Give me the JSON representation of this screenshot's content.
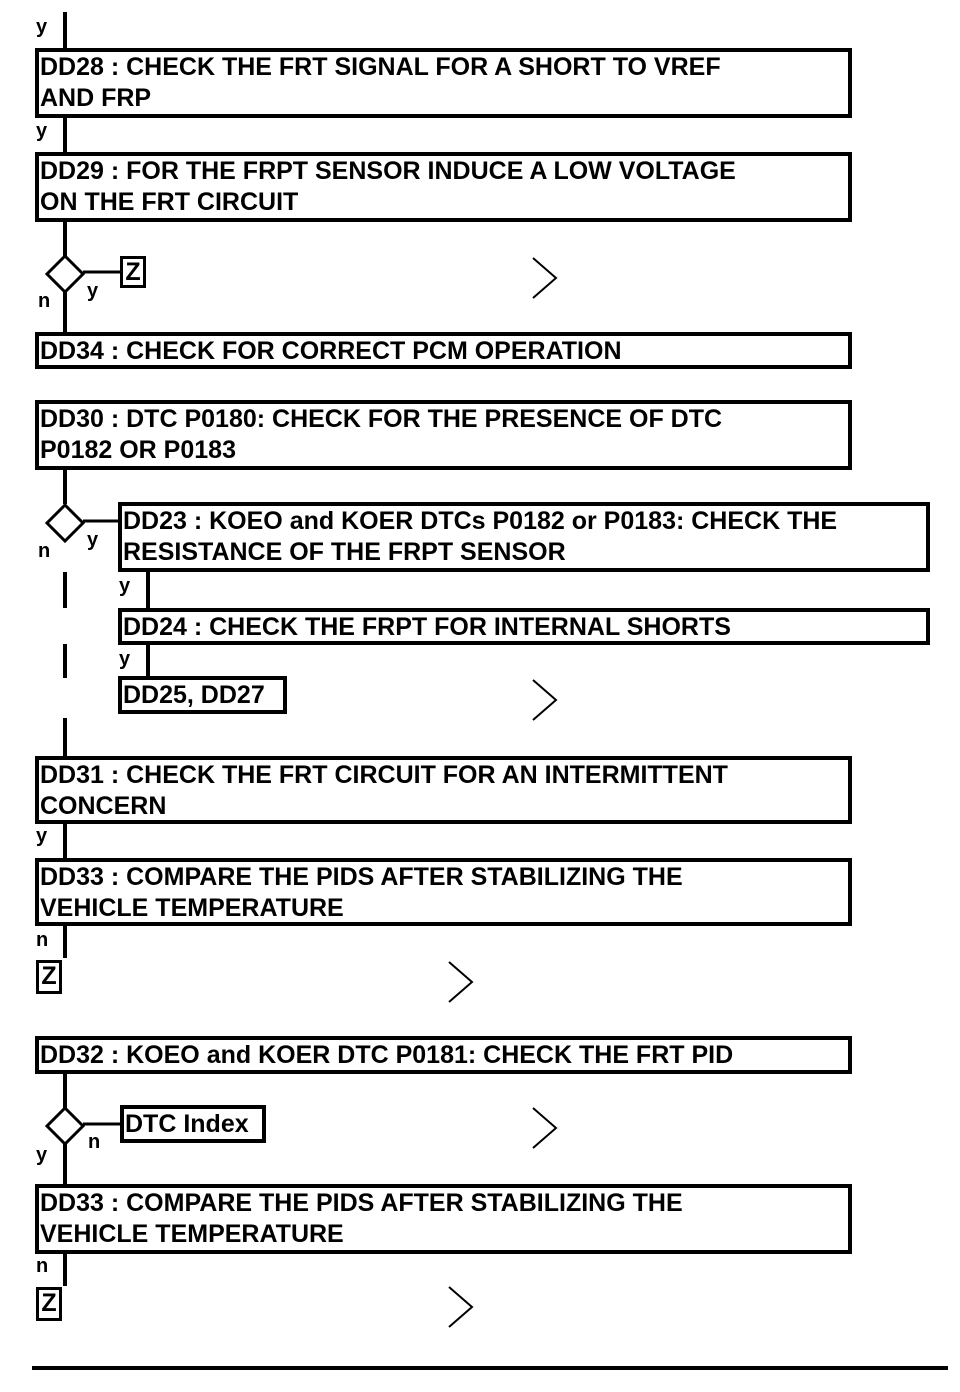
{
  "steps": {
    "dd28": {
      "lines": [
        "DD28 : CHECK THE FRT SIGNAL FOR A SHORT TO VREF",
        "AND FRP"
      ]
    },
    "dd29": {
      "lines": [
        "DD29 : FOR THE FRPT SENSOR INDUCE A LOW VOLTAGE",
        "ON THE FRT CIRCUIT"
      ]
    },
    "dd34": {
      "lines": [
        "DD34 : CHECK FOR CORRECT PCM OPERATION"
      ]
    },
    "dd30": {
      "lines": [
        "DD30 : DTC P0180: CHECK FOR THE PRESENCE OF DTC",
        "P0182 OR P0183"
      ]
    },
    "dd23": {
      "lines": [
        "DD23 : KOEO and KOER DTCs P0182 or P0183: CHECK THE",
        "RESISTANCE OF THE FRPT SENSOR"
      ]
    },
    "dd24": {
      "lines": [
        "DD24 : CHECK THE FRPT FOR INTERNAL SHORTS"
      ]
    },
    "dd25": {
      "lines": [
        "DD25, DD27"
      ]
    },
    "dd31": {
      "lines": [
        "DD31 : CHECK THE FRT CIRCUIT FOR AN INTERMITTENT",
        "CONCERN"
      ]
    },
    "dd33a": {
      "lines": [
        "DD33 : COMPARE THE PIDS AFTER STABILIZING THE",
        "VEHICLE TEMPERATURE"
      ]
    },
    "dd32": {
      "lines": [
        "DD32 : KOEO and KOER DTC P0181: CHECK THE FRT PID"
      ]
    },
    "dtcindex": {
      "lines": [
        "DTC Index"
      ]
    },
    "dd33b": {
      "lines": [
        "DD33 : COMPARE THE PIDS AFTER STABILIZING THE",
        "VEHICLE TEMPERATURE"
      ]
    }
  },
  "terminals": {
    "z1": "Z",
    "z2": "Z",
    "z3": "Z"
  },
  "labels": {
    "y_top": "y",
    "y_after_dd28": "y",
    "n_dec1": "n",
    "y_dec1": "y",
    "n_dec2": "n",
    "y_dec2": "y",
    "y_after_dd23": "y",
    "y_after_dd24": "y",
    "y_after_dd31": "y",
    "n_after_dd33a": "n",
    "y_dec3": "y",
    "n_dec3": "n",
    "n_after_dd33b": "n"
  },
  "colors": {
    "ink": "#000000",
    "paper": "#ffffff"
  }
}
